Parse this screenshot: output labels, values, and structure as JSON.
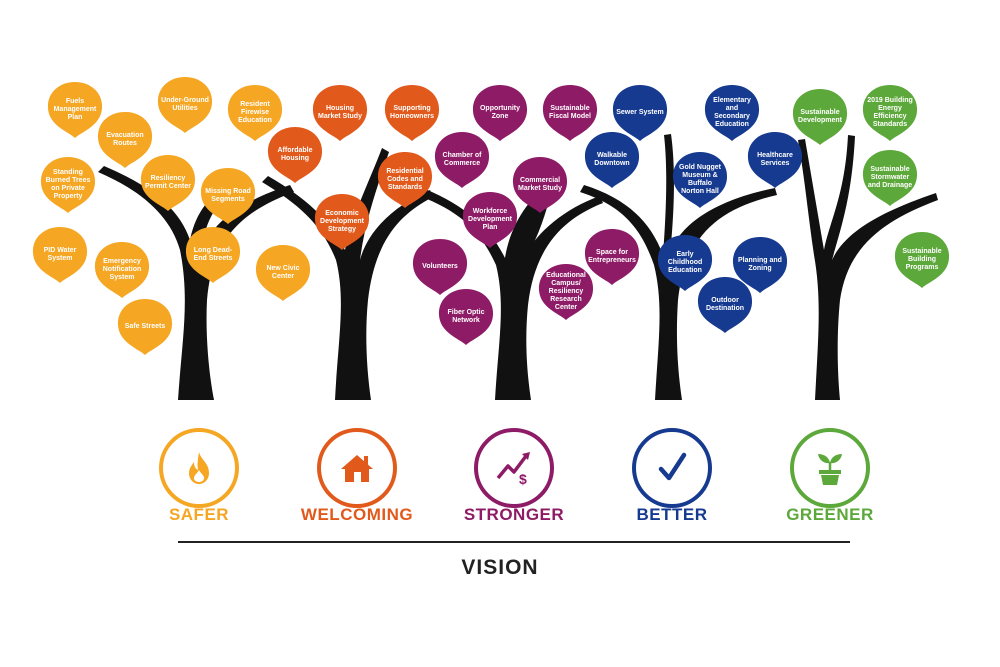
{
  "colors": {
    "safer": "#f5a623",
    "welcoming": "#e15a1c",
    "stronger": "#8e1b66",
    "better": "#163a8f",
    "greener": "#5da83a",
    "trunk": "#111111"
  },
  "pillars": [
    {
      "key": "safer",
      "label": "SAFER",
      "icon": "flame-icon"
    },
    {
      "key": "welcoming",
      "label": "WELCOMING",
      "icon": "house-icon"
    },
    {
      "key": "stronger",
      "label": "STRONGER",
      "icon": "growth-chart-dollar-icon"
    },
    {
      "key": "better",
      "label": "BETTER",
      "icon": "checkmark-icon"
    },
    {
      "key": "greener",
      "label": "GREENER",
      "icon": "potted-plant-icon"
    }
  ],
  "leaves": {
    "safer": [
      "Fuels Management Plan",
      "Evacuation Routes",
      "Under-Ground Utilities",
      "Resident Firewise Education",
      "Standing Burned Trees on Private Property",
      "Resiliency Permit Center",
      "Missing Road Segments",
      "PID Water System",
      "Emergency Notification System",
      "Long Dead-End Streets",
      "New Civic Center",
      "Safe Streets"
    ],
    "welcoming": [
      "Housing Market Study",
      "Supporting Homeowners",
      "Affordable Housing",
      "Residential Codes and Standards",
      "Economic Development Strategy"
    ],
    "stronger": [
      "Opportunity Zone",
      "Sustainable Fiscal Model",
      "Chamber of Commerce",
      "Commercial Market Study",
      "Workforce Development Plan",
      "Volunteers",
      "Educational Campus/ Resiliency Research Center",
      "Fiber Optic Network",
      "Space for Entrepreneurs"
    ],
    "better": [
      "Sewer System",
      "Elementary and Secondary Education",
      "Walkable Downtown",
      "Gold Nugget Museum & Buffalo Norton Hall",
      "Healthcare Services",
      "Early Childhood Education",
      "Planning and Zoning",
      "Outdoor Destination"
    ],
    "greener": [
      "Sustainable Development",
      "2019 Building Energy Efficiency Standards",
      "Sustainable Stormwater and Drainage",
      "Sustainable Building Programs"
    ]
  },
  "vision": "VISION"
}
